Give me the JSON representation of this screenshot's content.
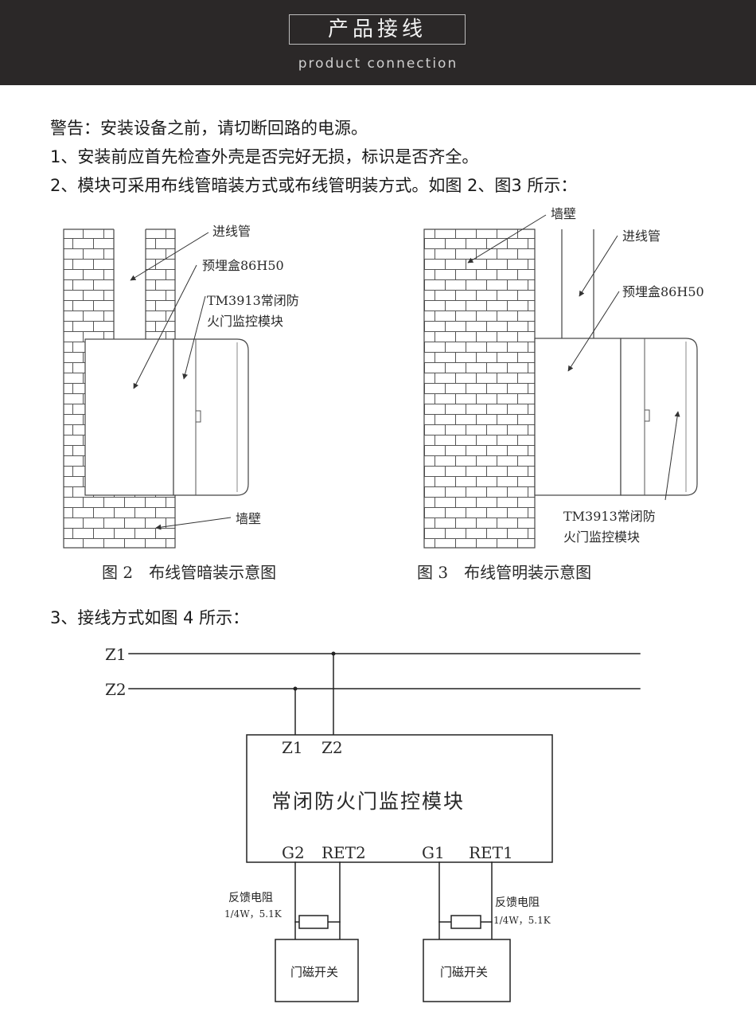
{
  "header": {
    "title": "产品接线",
    "subtitle": "product connection"
  },
  "instructions": {
    "warning": "警告：安装设备之前，请切断回路的电源。",
    "step1": "1、安装前应首先检查外壳是否完好无损，标识是否齐全。",
    "step2": "2、模块可采用布线管暗装方式或布线管明装方式。如图 2、图3 所示：",
    "step3": "3、接线方式如图 4 所示："
  },
  "figure2": {
    "label_conduit": "进线管",
    "label_box": "预埋盒86H50",
    "label_module_1": "TM3913常闭防",
    "label_module_2": "火门监控模块",
    "label_wall": "墙壁",
    "caption": "图 2　布线管暗装示意图"
  },
  "figure3": {
    "label_wall": "墙壁",
    "label_conduit": "进线管",
    "label_box": "预埋盒86H50",
    "label_module_1": "TM3913常闭防",
    "label_module_2": "火门监控模块",
    "caption": "图 3　布线管明装示意图"
  },
  "figure4": {
    "bus_z1": "Z1",
    "bus_z2": "Z2",
    "terminal_z1": "Z1",
    "terminal_z2": "Z2",
    "module_name": "常闭防火门监控模块",
    "terminal_g2": "G2",
    "terminal_ret2": "RET2",
    "terminal_g1": "G1",
    "terminal_ret1": "RET1",
    "resistor_left_name": "反馈电阻",
    "resistor_left_spec": "1/4W，5.1K",
    "resistor_right_name": "反馈电阻",
    "resistor_right_spec": "1/4W，5.1K",
    "switch_left": "门磁开关",
    "switch_right": "门磁开关"
  }
}
